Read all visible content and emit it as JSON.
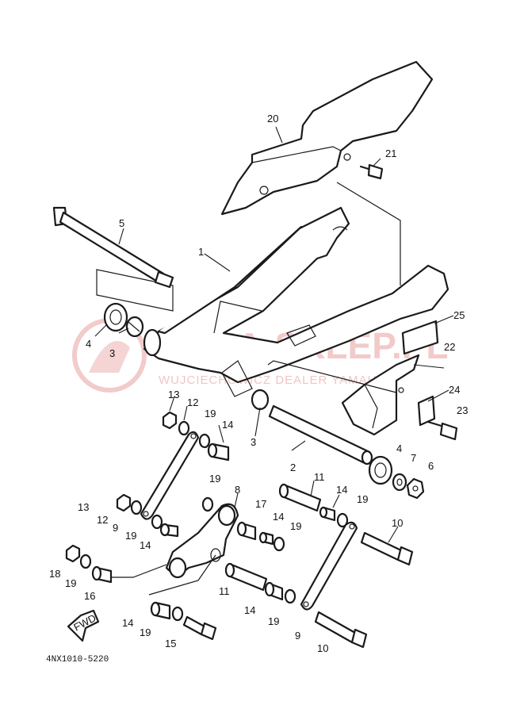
{
  "diagram_code": "4NX1010-5220",
  "fwd_label": "FWD",
  "watermark": {
    "brand": "YAMA-SKLEP.PL",
    "tagline": "WUJCIECHOWICZ DEALER YAMAHA",
    "color": "#e8a0a0"
  },
  "callouts": {
    "c1": "1",
    "c2": "2",
    "c3a": "3",
    "c3b": "3",
    "c4a": "4",
    "c4b": "4",
    "c5": "5",
    "c6": "6",
    "c7": "7",
    "c8": "8",
    "c9a": "9",
    "c9b": "9",
    "c10a": "10",
    "c10b": "10",
    "c11a": "11",
    "c11b": "11",
    "c12a": "12",
    "c12b": "12",
    "c13a": "13",
    "c13b": "13",
    "c14a": "14",
    "c14b": "14",
    "c14c": "14",
    "c14d": "14",
    "c14e": "14",
    "c14f": "14",
    "c15": "15",
    "c16": "16",
    "c17": "17",
    "c18": "18",
    "c19a": "19",
    "c19b": "19",
    "c19c": "19",
    "c19d": "19",
    "c19e": "19",
    "c19f": "19",
    "c19g": "19",
    "c19h": "19",
    "c20": "20",
    "c21": "21",
    "c22": "22",
    "c23": "23",
    "c24": "24",
    "c25": "25"
  }
}
